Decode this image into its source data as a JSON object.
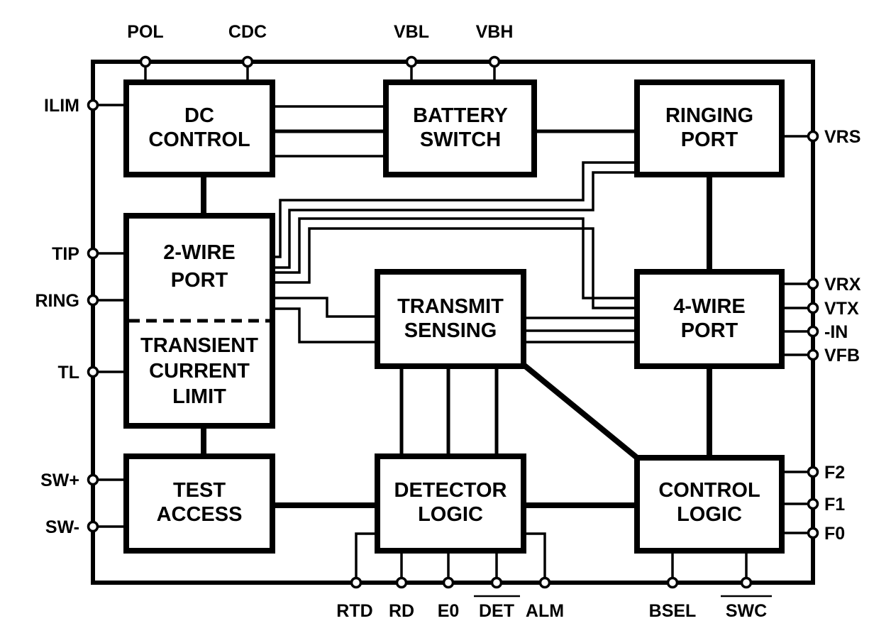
{
  "blocks": {
    "dc_control": [
      "DC",
      "CONTROL"
    ],
    "battery_switch": [
      "BATTERY",
      "SWITCH"
    ],
    "ringing_port": [
      "RINGING",
      "PORT"
    ],
    "two_wire_port": [
      "2-WIRE",
      "PORT"
    ],
    "transient_current_limit": [
      "TRANSIENT",
      "CURRENT",
      "LIMIT"
    ],
    "transmit_sensing": [
      "TRANSMIT",
      "SENSING"
    ],
    "four_wire_port": [
      "4-WIRE",
      "PORT"
    ],
    "test_access": [
      "TEST",
      "ACCESS"
    ],
    "detector_logic": [
      "DETECTOR",
      "LOGIC"
    ],
    "control_logic": [
      "CONTROL",
      "LOGIC"
    ]
  },
  "pins": {
    "top": [
      "POL",
      "CDC",
      "VBL",
      "VBH"
    ],
    "left": [
      "ILIM",
      "TIP",
      "RING",
      "TL",
      "SW+",
      "SW-"
    ],
    "right": [
      "VRS",
      "VRX",
      "VTX",
      "-IN",
      "VFB",
      "F2",
      "F1",
      "F0"
    ],
    "bottom": [
      "RTD",
      "RD",
      "E0",
      "DET",
      "ALM",
      "BSEL",
      "SWC"
    ]
  },
  "overbarred_pins": [
    "DET",
    "SWC"
  ]
}
